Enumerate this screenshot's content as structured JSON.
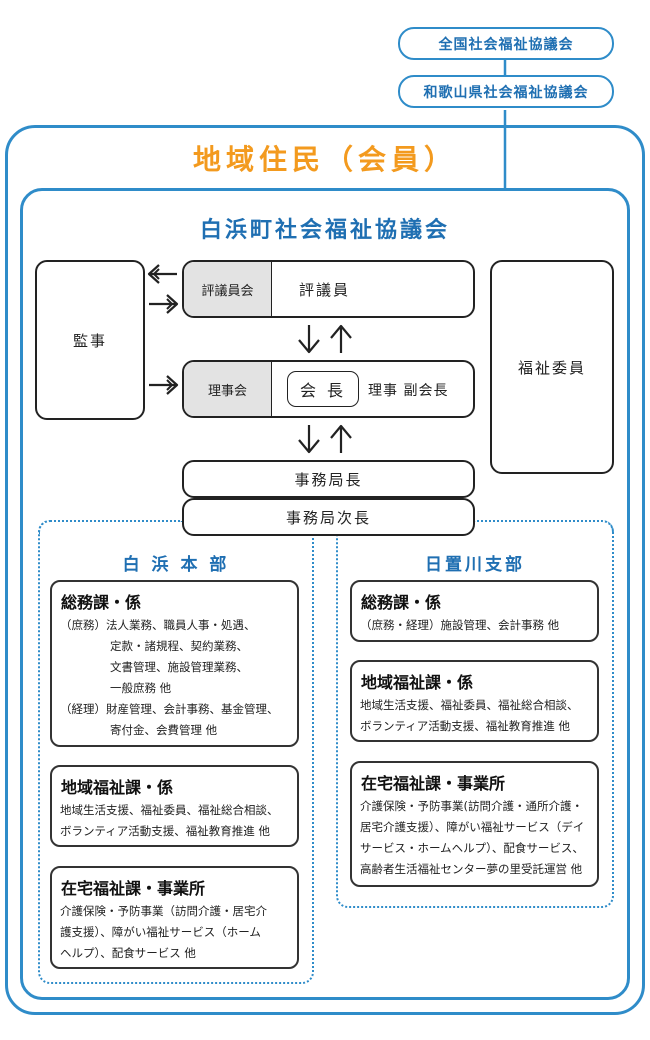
{
  "top_orgs": [
    "全国社会福祉協議会",
    "和歌山県社会福祉協議会"
  ],
  "outer_title": "地域住民（会員）",
  "inner_title": "白浜町社会福祉協議会",
  "auditor": "監事",
  "welfare_commissioner": "福祉委員",
  "council": {
    "label": "評議員会",
    "member": "評議員"
  },
  "board": {
    "label": "理事会",
    "chair": "会 長",
    "members": "理事 副会長"
  },
  "secretary_general": "事務局長",
  "deputy_secretary_general": "事務局次長",
  "left_branch": {
    "title": "白 浜 本 部",
    "cards": [
      {
        "heading": "総務課・係",
        "lines": [
          "（庶務）法人業務、職員人事・処遇、",
          "定款・諸規程、契約業務、",
          "文書管理、施設管理業務、",
          "一般庶務 他",
          "（経理）財産管理、会計事務、基金管理、",
          "寄付金、会費管理 他"
        ]
      },
      {
        "heading": "地域福祉課・係",
        "lines": [
          "地域生活支援、福祉委員、福祉総合相談、",
          "ボランティア活動支援、福祉教育推進 他"
        ]
      },
      {
        "heading": "在宅福祉課・事業所",
        "lines": [
          "介護保険・予防事業（訪問介護・居宅介",
          "護支援）、障がい福祉サービス（ホーム",
          "ヘルプ）、配食サービス 他"
        ]
      }
    ]
  },
  "right_branch": {
    "title": "日置川支部",
    "cards": [
      {
        "heading": "総務課・係",
        "lines": [
          "（庶務・経理）施設管理、会計事務 他"
        ]
      },
      {
        "heading": "地域福祉課・係",
        "lines": [
          "地域生活支援、福祉委員、福祉総合相談、",
          "ボランティア活動支援、福祉教育推進 他"
        ]
      },
      {
        "heading": "在宅福祉課・事業所",
        "lines": [
          "介護保険・予防事業(訪問介護・通所介護・",
          "居宅介護支援）、障がい福祉サービス（デイ",
          "サービス・ホームヘルプ）、配食サービス、",
          "高齢者生活福祉センター夢の里受託運営 他"
        ]
      }
    ]
  },
  "colors": {
    "accent_blue": "#2f8cc9",
    "title_orange": "#f39a1e",
    "label_gray": "#e3e3e3"
  }
}
